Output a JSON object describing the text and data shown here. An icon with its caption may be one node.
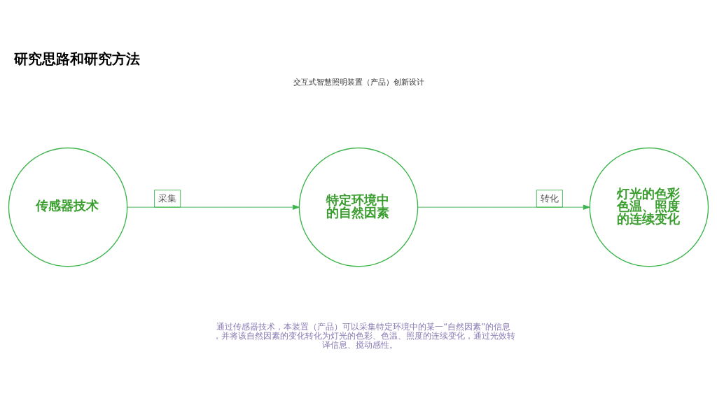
{
  "diagram": {
    "title": "研究思路和研究方法",
    "nodes": [
      {
        "text": [
          "传感器技术"
        ]
      },
      {
        "text": [
          "特定环境中的自然因素"
        ]
      },
      {
        "text": [
          "灯光的色彩色温、照度的连续变化"
        ]
      }
    ],
    "edges": [
      {
        "from": 0,
        "to": 1,
        "arrow": "to",
        "label": "采集"
      },
      {
        "from": 1,
        "to": 2,
        "arrow": "to",
        "label": "转化"
      }
    ],
    "labels": [
      "交互式智慧照明装置（产品）创新设计",
      "通过传感器技术，本装置（产品）可以采集特定环境中的某一“自然因素”的信息，并将该自然因素的变化转化为灯光的色彩、色温、照度的连续变化，通过光效转译信息、搅动感性。"
    ]
  }
}
